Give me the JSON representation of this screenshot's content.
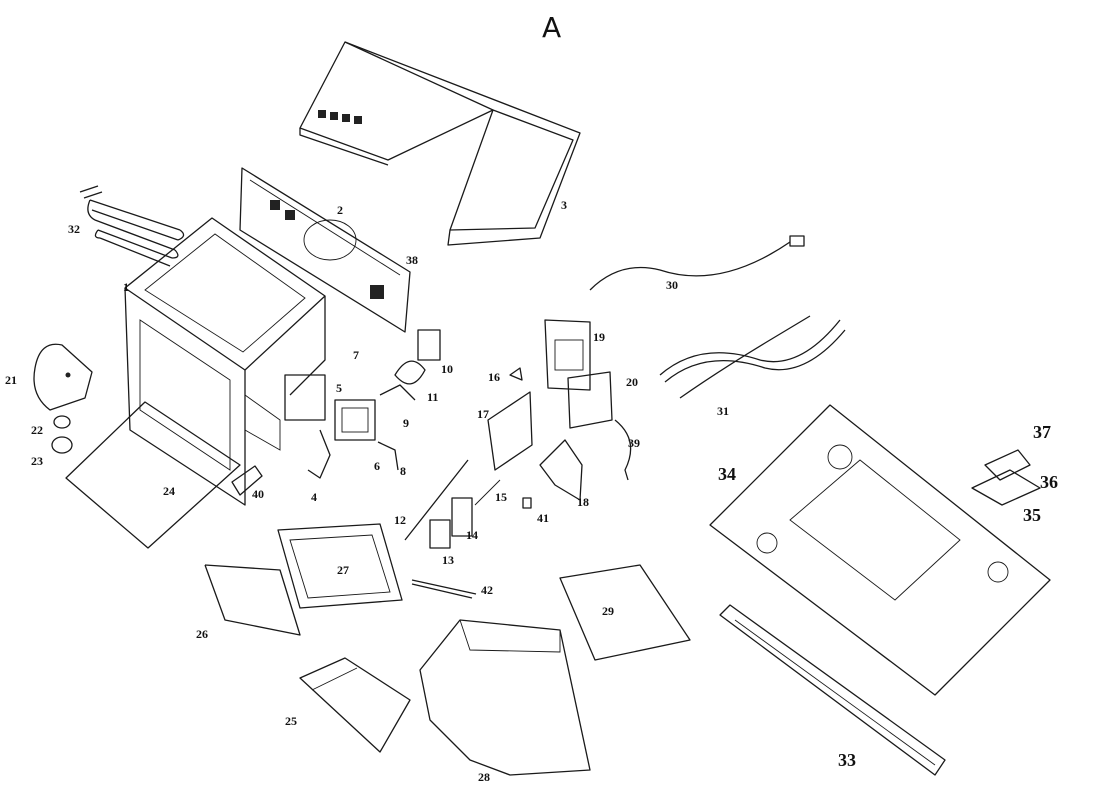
{
  "sheet": {
    "title": "A"
  },
  "callouts": {
    "p1": "1",
    "p2": "2",
    "p3": "3",
    "p4": "4",
    "p5": "5",
    "p6": "6",
    "p7": "7",
    "p8": "8",
    "p9": "9",
    "p10": "10",
    "p11": "11",
    "p12": "12",
    "p13": "13",
    "p14": "14",
    "p15": "15",
    "p16": "16",
    "p17": "17",
    "p18": "18",
    "p19": "19",
    "p20": "20",
    "p21": "21",
    "p22": "22",
    "p23": "23",
    "p24": "24",
    "p25": "25",
    "p26": "26",
    "p27": "27",
    "p28": "28",
    "p29": "29",
    "p30": "30",
    "p31": "31",
    "p32": "32",
    "p33": "33",
    "p34": "34",
    "p35": "35",
    "p36": "36",
    "p37": "37",
    "p38": "38",
    "p39": "39",
    "p40": "40",
    "p41": "41",
    "p42": "42"
  }
}
